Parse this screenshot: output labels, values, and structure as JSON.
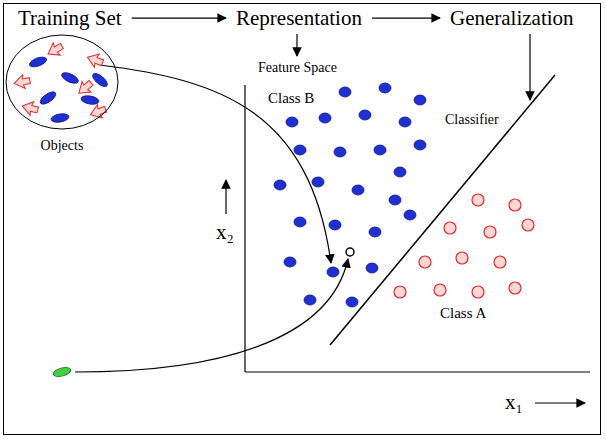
{
  "diagram": {
    "nodes": [
      {
        "text": [
          "Training Set"
        ]
      },
      {
        "text": [
          "Representation"
        ]
      },
      {
        "text": [
          "Generalization"
        ]
      },
      {
        "text": [
          "Objects"
        ]
      }
    ],
    "edges": [
      {
        "from": 0,
        "to": 1,
        "arrow": "to"
      },
      {
        "from": 1,
        "to": 2,
        "arrow": "to"
      }
    ],
    "labels": [
      "Feature Space",
      "Classifier",
      "Class B",
      "Class A",
      "x₂",
      "x₁"
    ]
  }
}
